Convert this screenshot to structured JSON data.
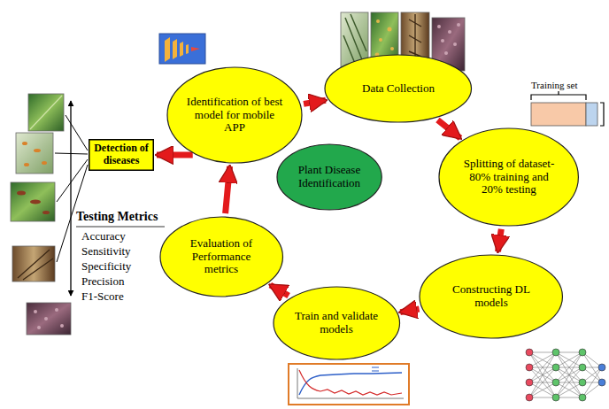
{
  "diagram": {
    "nodes": [
      {
        "text": [
          "Data Collection"
        ]
      },
      {
        "text": [
          "Splitting of dataset-80% training and 20% testing"
        ]
      },
      {
        "text": [
          "Constructing DL models"
        ]
      },
      {
        "text": [
          "Train and validate models"
        ]
      },
      {
        "text": [
          "Evaluation of Performance metrics"
        ]
      },
      {
        "text": [
          "Identification of best model for mobile APP"
        ]
      },
      {
        "text": [
          "Plant Disease Identification"
        ]
      },
      {
        "text": [
          "Detection of diseases"
        ]
      }
    ],
    "edges": [
      {
        "from": 5,
        "to": 0,
        "arrow": "to"
      },
      {
        "from": 0,
        "to": 1,
        "arrow": "to"
      },
      {
        "from": 1,
        "to": 2,
        "arrow": "to"
      },
      {
        "from": 2,
        "to": 3,
        "arrow": "to"
      },
      {
        "from": 3,
        "to": 4,
        "arrow": "to"
      },
      {
        "from": 4,
        "to": 5,
        "arrow": "to"
      },
      {
        "from": 5,
        "to": 7,
        "arrow": "to"
      }
    ],
    "labels": [
      "Testing Metrics",
      "Accuracy",
      "Sensitivity",
      "Specificity",
      "Precision",
      "F1-Score",
      "Training set"
    ]
  }
}
